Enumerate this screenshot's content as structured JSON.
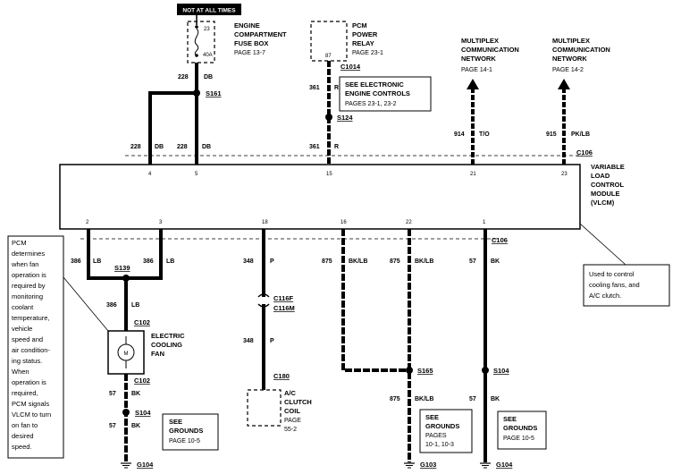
{
  "top_banner": "NOT AT ALL TIMES",
  "fuse_box": {
    "fuse_num": "23",
    "fuse_rating": "40A",
    "lines": [
      "ENGINE",
      "COMPARTMENT",
      "FUSE BOX"
    ],
    "page": "PAGE 13-7"
  },
  "pcm_relay": {
    "pin": "87",
    "lines": [
      "PCM",
      "POWER",
      "RELAY"
    ],
    "page": "PAGE 23-1",
    "connector": "C1014"
  },
  "see_eec": {
    "lines": [
      "SEE ELECTRONIC",
      "ENGINE CONTROLS"
    ],
    "pages": "PAGES 23-1, 23-2"
  },
  "multiplex_1": {
    "lines": [
      "MULTIPLEX",
      "COMMUNICATION",
      "NETWORK"
    ],
    "page": "PAGE 14-1"
  },
  "multiplex_2": {
    "lines": [
      "MULTIPLEX",
      "COMMUNICATION",
      "NETWORK"
    ],
    "page": "PAGE 14-2"
  },
  "vlcm": {
    "lines": [
      "VARIABLE",
      "LOAD",
      "CONTROL",
      "MODULE",
      "(VLCM)"
    ],
    "top_pins": [
      "4",
      "5",
      "15",
      "21",
      "23"
    ],
    "bottom_pins": [
      "2",
      "3",
      "18",
      "16",
      "22",
      "1"
    ]
  },
  "connectors": {
    "c106_top": "C106",
    "c106_bottom": "C106",
    "c102_top": "C102",
    "c102_bottom": "C102",
    "c116f": "C116F",
    "c116m": "C116M",
    "c180": "C180"
  },
  "splices": {
    "s161": "S161",
    "s124": "S124",
    "s139": "S139",
    "s104_left": "S104",
    "s165": "S165",
    "s104_right": "S104"
  },
  "wires": {
    "w228a": "228",
    "w228a_color": "DB",
    "w228b": "228",
    "w228b_color": "DB",
    "w228c": "228",
    "w228c_color": "DB",
    "w361a": "361",
    "w361a_color": "R",
    "w361b": "361",
    "w361b_color": "R",
    "w914": "914",
    "w914_color": "T/O",
    "w915": "915",
    "w915_color": "PK/LB",
    "w386a": "386",
    "w386a_color": "LB",
    "w386b": "386",
    "w386b_color": "LB",
    "w386c": "386",
    "w386c_color": "LB",
    "w348a": "348",
    "w348a_color": "P",
    "w348b": "348",
    "w348b_color": "P",
    "w875a": "875",
    "w875a_color": "BK/LB",
    "w875b": "875",
    "w875b_color": "BK/LB",
    "w875c": "875",
    "w875c_color": "BK/LB",
    "w57a": "57",
    "w57a_color": "BK",
    "w57b": "57",
    "w57b_color": "BK",
    "w57c": "57",
    "w57c_color": "BK",
    "w57d": "57",
    "w57d_color": "BK"
  },
  "fan": {
    "symbol": "M",
    "lines": [
      "ELECTRIC",
      "COOLING",
      "FAN"
    ]
  },
  "clutch": {
    "lines": [
      "A/C",
      "CLUTCH",
      "COIL",
      "PAGE",
      "55-2"
    ]
  },
  "grounds": {
    "left": {
      "lines": [
        "SEE",
        "GROUNDS"
      ],
      "page": "PAGE 10-5",
      "label": "G104"
    },
    "mid": {
      "lines": [
        "SEE",
        "GROUNDS",
        "PAGES",
        "10-1, 10-3"
      ],
      "label": "G103"
    },
    "right": {
      "lines": [
        "SEE",
        "GROUNDS",
        "PAGE 10-5"
      ],
      "label": "G104"
    }
  },
  "pcm_note": [
    "PCM",
    "determines",
    "when fan",
    "operation is",
    "required by",
    "monitoring",
    "coolant",
    "temperature,",
    "vehicle",
    "speed and",
    "air condition-",
    "ing status.",
    "When",
    "operation is",
    "required,",
    "PCM signals",
    "VLCM to turn",
    "on fan to",
    "desired",
    "speed."
  ],
  "vlcm_note": [
    "Used to control",
    "cooling fans, and",
    "A/C clutch."
  ]
}
